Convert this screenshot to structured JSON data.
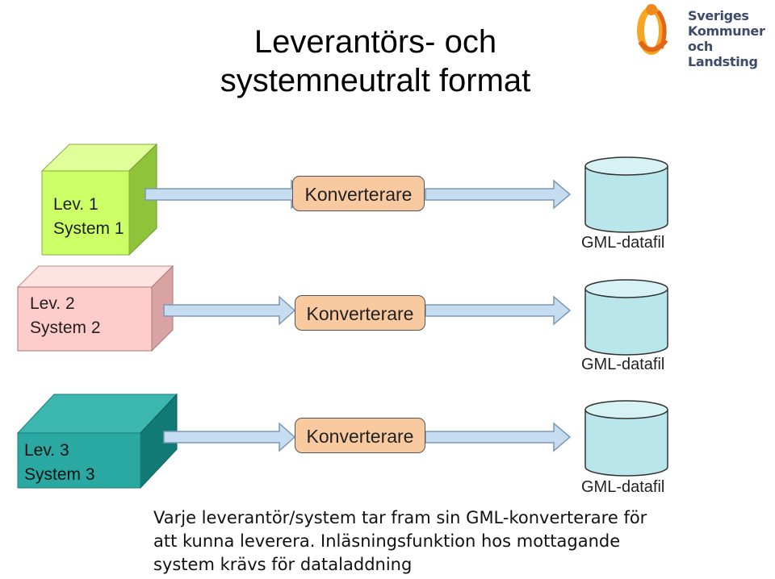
{
  "title": "Leverantörs- och systemneutralt format",
  "logo": {
    "line1": "Sveriges",
    "line2": "Kommuner",
    "line3": "och Landsting"
  },
  "rows": [
    {
      "vendor_line1": "Lev. 1",
      "vendor_line2": "System 1",
      "box_color": "#ccff66",
      "converter": "Konverterare",
      "output": "GML-datafil"
    },
    {
      "vendor_line1": "Lev. 2",
      "vendor_line2": "System 2",
      "box_color": "#ffcccc",
      "converter": "Konverterare",
      "output": "GML-datafil"
    },
    {
      "vendor_line1": "Lev. 3",
      "vendor_line2": "System 3",
      "box_color": "#2aa9a3",
      "converter": "Konverterare",
      "output": "GML-datafil"
    }
  ],
  "note": "Varje leverantör/system tar fram sin GML-konverterare för att kunna leverera. Inläsningsfunktion hos mottagande system krävs för dataladdning",
  "colors": {
    "arrow_fill": "#c6dcf0",
    "arrow_stroke": "#7d97b5",
    "converter_fill": "#f9caa0",
    "cylinder_fill": "#b9e6ea"
  }
}
